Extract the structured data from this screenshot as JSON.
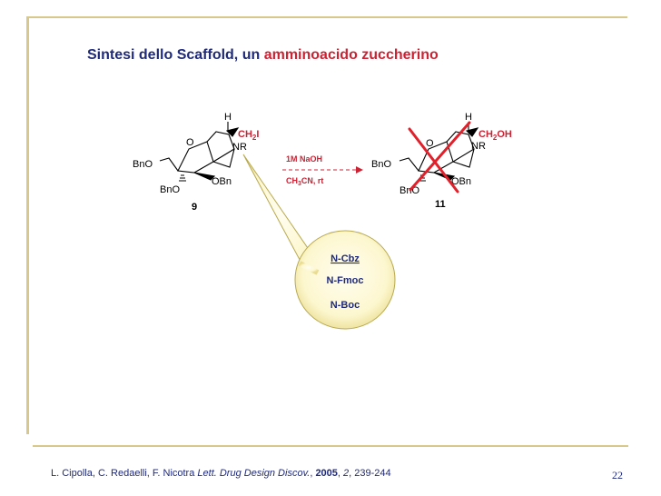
{
  "slide": {
    "title_main": "Sintesi dello Scaffold, un",
    "title_accent": "amminoacido zuccherino",
    "colors": {
      "navy": "#1f2a7a",
      "red": "#cc2233",
      "bubble": "#fdf7cf",
      "frame": "#d8c98a"
    }
  },
  "reactant": {
    "label": "9",
    "H": "H",
    "CH2": "CH",
    "sub2": "2",
    "I": "I",
    "NR": "NR",
    "O": "O",
    "BnO1": "BnO",
    "BnO2": "BnO",
    "OBn": "OBn"
  },
  "reaction": {
    "reagent_top": "1M NaOH",
    "reagent_bottom_a": "CH",
    "reagent_bottom_sub": "3",
    "reagent_bottom_b": "CN, rt"
  },
  "product": {
    "label": "11",
    "H": "H",
    "CH2": "CH",
    "sub2": "2",
    "OH": "OH",
    "NR": "NR",
    "O": "O",
    "BnO1": "BnO",
    "BnO2": "BnO",
    "OBn": "OBn"
  },
  "protecting_groups": {
    "items": [
      "N-Cbz",
      "N-Fmoc",
      "N-Boc"
    ]
  },
  "footer": {
    "authors": "L. Cipolla, C. Redaelli, F. Nicotra",
    "journal": "Lett. Drug Design Discov.",
    "sep": ",",
    "year": "2005",
    "volume": "2",
    "pages": ", 239-244",
    "page_number": "22"
  }
}
